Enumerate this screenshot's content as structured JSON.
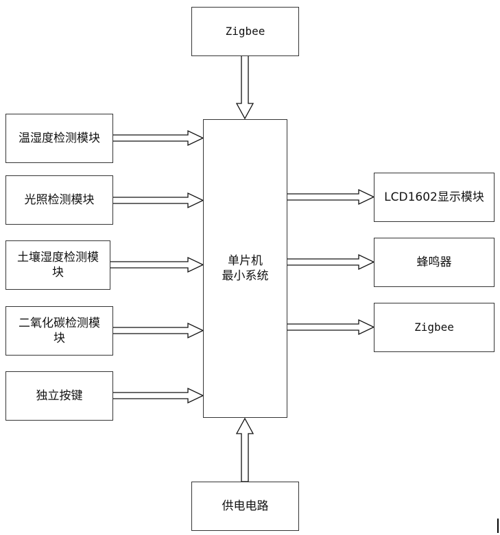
{
  "diagram": {
    "top": {
      "label": "Zigbee"
    },
    "center": {
      "line1": "单片机",
      "line2": "最小系统"
    },
    "bottom": {
      "label": "供电电路"
    },
    "inputs": [
      {
        "line1": "温湿度检测模块",
        "line2": ""
      },
      {
        "line1": "光照检测模块",
        "line2": ""
      },
      {
        "line1": "土壤湿度检测模",
        "line2": "块"
      },
      {
        "line1": "二氧化碳检测模",
        "line2": "块"
      },
      {
        "line1": "独立按键",
        "line2": ""
      }
    ],
    "outputs": [
      {
        "label": "LCD1602显示模块"
      },
      {
        "label": "蜂鸣器"
      },
      {
        "label": "Zigbee"
      }
    ]
  }
}
